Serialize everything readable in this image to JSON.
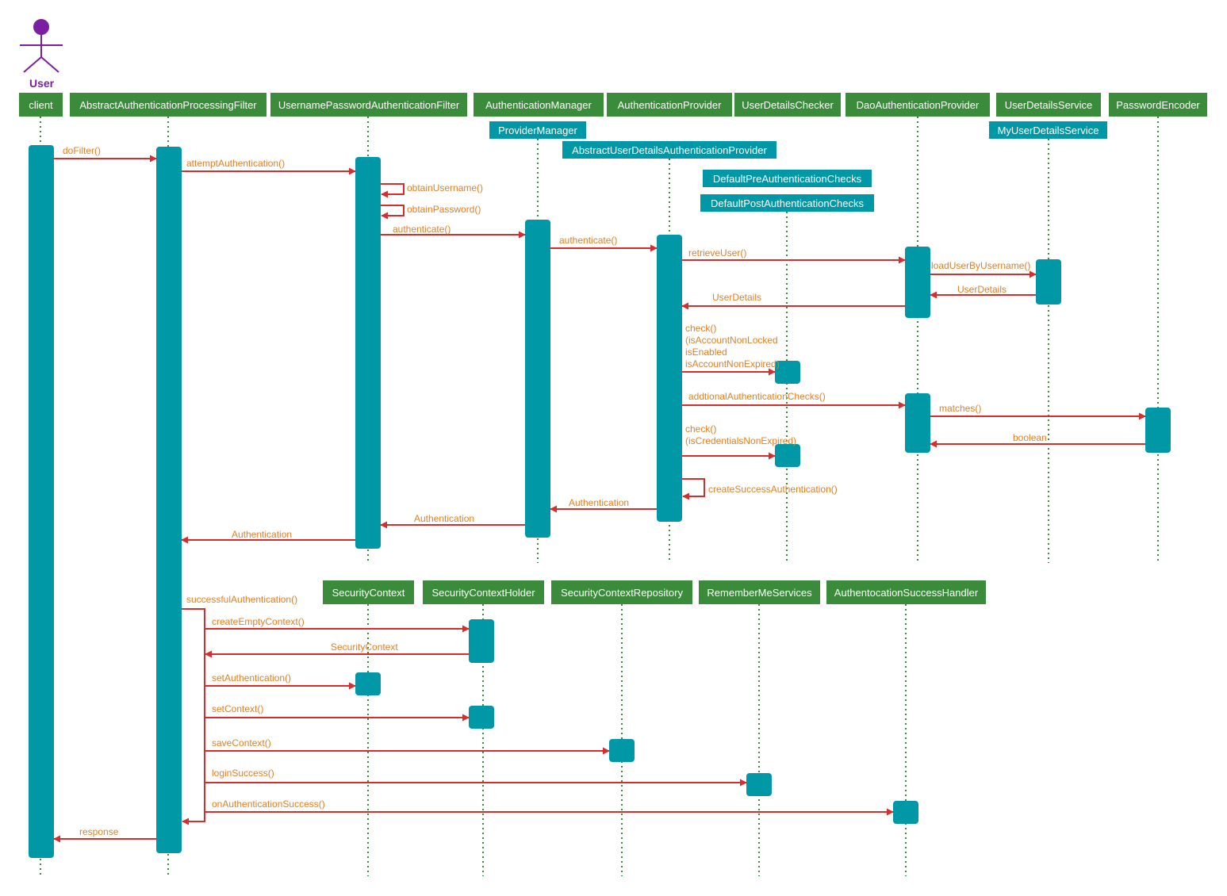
{
  "actor": {
    "label": "User",
    "icon": "stick-figure-icon"
  },
  "colors": {
    "header": "#3a8c3a",
    "activation": "#0097a7",
    "arrow": "#d32f2f",
    "message_text": "#e67e22",
    "lifeline": "#3a8c3a",
    "actor": "#7b1fa2"
  },
  "participants": [
    "client",
    "AbstractAuthenticationProcessingFilter",
    "UsernamePasswordAuthenticationFilter",
    "AuthenticationManager",
    "AuthenticationProvider",
    "UserDetailsChecker",
    "DaoAuthenticationProvider",
    "UserDetailsService",
    "PasswordEncoder"
  ],
  "implementations": [
    "ProviderManager",
    "AbstractUserDetailsAuthenticationProvider",
    "DefaultPreAuthenticationChecks",
    "DefaultPostAuthenticationChecks",
    "MyUserDetailsService"
  ],
  "participants2": [
    "SecurityContext",
    "SecurityContextHolder",
    "SecurityContextRepository",
    "RememberMeServices",
    "AuthentocationSuccessHandler"
  ],
  "messages": [
    "doFilter()",
    "attemptAuthentication()",
    "obtainUsername()",
    "obtainPassword()",
    "authenticate()",
    "authenticate()",
    "retrieveUser()",
    "loadUserByUsername()",
    "UserDetails",
    "UserDetails",
    "check()",
    "(isAccountNonLocked",
    "isEnabled",
    "isAccountNonExpired)",
    "addtionalAuthenticationChecks()",
    "matches()",
    "boolean",
    "check()",
    "(isCredentialsNonExpired)",
    "createSuccessAuthentication()",
    "Authentication",
    "Authentication",
    "Authentication",
    "successfulAuthentication()",
    "createEmptyContext()",
    "SecurityContext",
    "setAuthentication()",
    "setContext()",
    "saveContext()",
    "loginSuccess()",
    "onAuthenticationSuccess()",
    "response"
  ]
}
